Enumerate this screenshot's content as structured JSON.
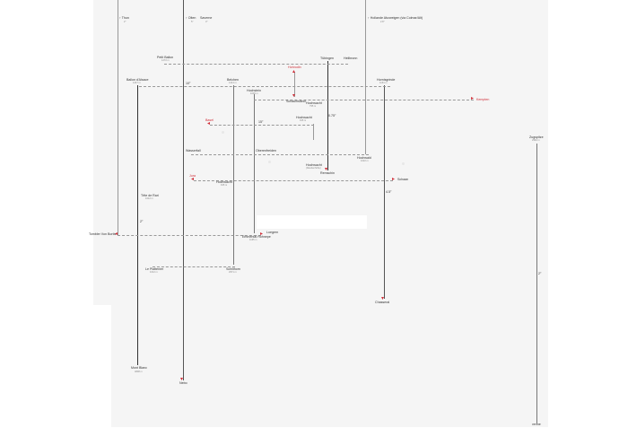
{
  "top": {
    "thun": "↑ Thun",
    "thun_deg": "2°",
    "olten": "↑ Olten",
    "olten_deg": "5°",
    "saverne": "Saverne",
    "saverne_deg": "3°",
    "hollande": "↑ Hollande Abzweigen (via Colmar/Alt)",
    "hollande_deg": "2.8°"
  },
  "places": {
    "petit_ballon": "Petit Ballon",
    "petit_ballon_alt": "1272 m",
    "tuebingen": "Tübingen",
    "heilbronn": "Heilbronn",
    "hohrodin": "Hohrodin",
    "ballon_alsace": "Ballon d'Alsace",
    "ballon_alsace_alt": "1247 m",
    "belchen": "Belchen",
    "belchen_alt": "1414 m",
    "hochstein": "Hochstein",
    "hochstein_alt": "1006 m",
    "hornisgrinde": "Hornisgrinde",
    "hornisgrinde_alt": "1164 m",
    "schauinsland": "Schauinsland",
    "hochwacht1": "Hochwacht",
    "hochwacht1_alt": "795 m",
    "kempten": "Kempten",
    "basel": "Basel",
    "hochwacht2": "Hochwacht",
    "hochwacht2_alt": "915 m",
    "wasserfall": "Wasserfall",
    "oberenfreiden": "Oberenfreiden",
    "hochwald": "Hochwald",
    "hochwald_alt": "1022 m",
    "hochwacht3": "Hochwacht",
    "hochwacht3_sub": "(Randenhöhe)",
    "remschin": "Remschin",
    "jura": "Jura",
    "hochwacht4": "Hochwacht",
    "hochwacht4_alt": "915 m",
    "schaan": "Schaan",
    "tete_de_rari": "Tête de Rari",
    "tete_de_rari_alt": "1612 m",
    "tombler": "Tombler Von Bortis",
    "luegern": "Luegern",
    "emmental": "Emmental Hohnepe",
    "emmental_alt": "1165 m",
    "le_plattenier": "Le Plattenier",
    "le_plattenier_alt": "1012 m",
    "schilthorn": "Schilthorn",
    "schilthorn_alt": "2971 m",
    "chasseral": "Chasseral",
    "mont_blanc": "Mont Blanc",
    "mont_blanc_alt": "4808 m",
    "nebo": "Nebo",
    "dragacher": "Zugspitze",
    "dragacher_alt": "2962 m",
    "venne": "venne"
  },
  "angles": {
    "a1": "10°",
    "a2": "0.75°",
    "a3": "15°",
    "a4": "4.5°",
    "a5": "2°",
    "a6": "2°"
  }
}
